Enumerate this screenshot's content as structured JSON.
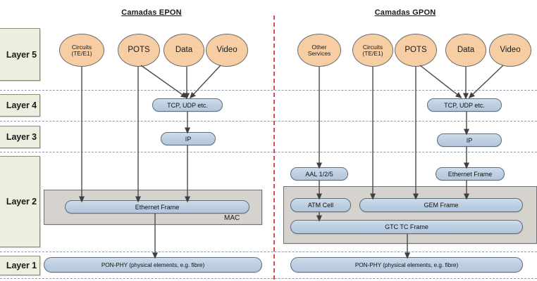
{
  "diagram": {
    "title_epon": "Camadas EPON",
    "title_gpon": "Camadas GPON"
  },
  "layers": [
    {
      "id": "layer5",
      "label": "Layer 5"
    },
    {
      "id": "layer4",
      "label": "Layer 4"
    },
    {
      "id": "layer3",
      "label": "Layer 3"
    },
    {
      "id": "layer2",
      "label": "Layer 2"
    },
    {
      "id": "layer1",
      "label": "Layer 1"
    }
  ],
  "epon": {
    "services": [
      {
        "id": "circuits",
        "line1": "Circuits",
        "line2": "(TE/E1)"
      },
      {
        "id": "pots",
        "line1": "POTS",
        "line2": ""
      },
      {
        "id": "data",
        "line1": "Data",
        "line2": ""
      },
      {
        "id": "video",
        "line1": "Video",
        "line2": ""
      }
    ],
    "transport": "TCP, UDP etc.",
    "network": "IP",
    "mac_label": "MAC",
    "datalink": "Ethernet Frame",
    "physical": "PON-PHY (physical elements, e.g. fibre)"
  },
  "gpon": {
    "services": [
      {
        "id": "other-services",
        "line1": "Other",
        "line2": "Services"
      },
      {
        "id": "circuits",
        "line1": "Circuits",
        "line2": "(TE/E1)"
      },
      {
        "id": "pots",
        "line1": "POTS",
        "line2": ""
      },
      {
        "id": "data",
        "line1": "Data",
        "line2": ""
      },
      {
        "id": "video",
        "line1": "Video",
        "line2": ""
      }
    ],
    "transport": "TCP, UDP etc.",
    "network": "IP",
    "aal": "AAL  1/2/5",
    "ethernet_frame": "Ethernet Frame",
    "atm_cell": "ATM Cell",
    "gem_frame": "GEM Frame",
    "gtc_tc_frame": "GTC TC Frame",
    "physical": "PON-PHY (physical elements, e.g. fibre)"
  },
  "colors": {
    "service_fill": "#f7cda4",
    "protocol_fill": "#bed0e3",
    "layerbox_fill": "#edeee0",
    "gray_container": "#d6d3ce",
    "divider_red": "#d94a4a",
    "separator": "#8f9aa8"
  }
}
